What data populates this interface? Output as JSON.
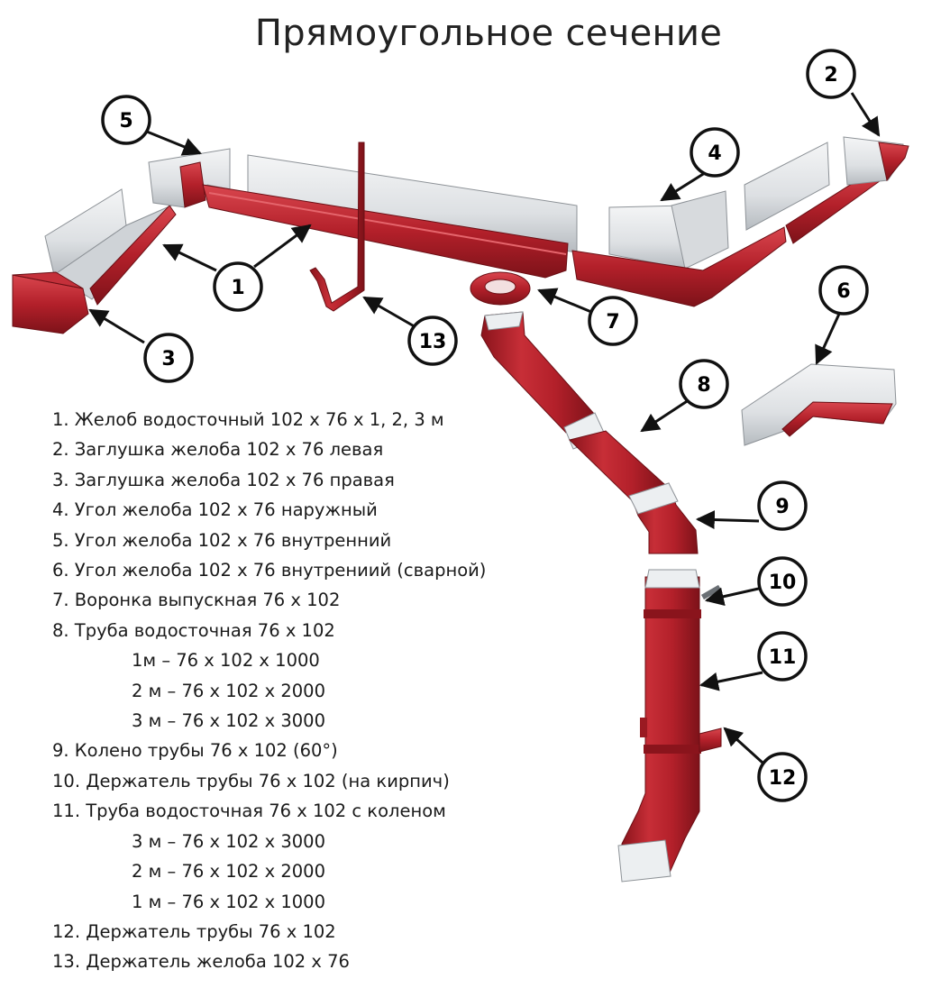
{
  "title": "Прямоугольное сечение",
  "colors": {
    "gutter_red": "#b3202a",
    "gutter_red_dark": "#7d1219",
    "gutter_red_light": "#d9464e",
    "silver": "#e3e6e9",
    "silver_dark": "#a9aeb3",
    "outline": "#111111"
  },
  "callouts": [
    {
      "id": "1",
      "label": "1"
    },
    {
      "id": "2",
      "label": "2"
    },
    {
      "id": "3",
      "label": "3"
    },
    {
      "id": "4",
      "label": "4"
    },
    {
      "id": "5",
      "label": "5"
    },
    {
      "id": "6",
      "label": "6"
    },
    {
      "id": "7",
      "label": "7"
    },
    {
      "id": "8",
      "label": "8"
    },
    {
      "id": "9",
      "label": "9"
    },
    {
      "id": "10",
      "label": "10"
    },
    {
      "id": "11",
      "label": "11"
    },
    {
      "id": "12",
      "label": "12"
    },
    {
      "id": "13",
      "label": "13"
    }
  ],
  "legend": [
    "1. Желоб водосточный 102 х 76 х 1, 2, 3 м",
    "2. Заглушка желоба 102 х 76 левая",
    "3. Заглушка желоба 102 х 76 правая",
    "4. Угол желоба 102 х 76 наружный",
    "5. Угол желоба 102 х 76 внутренний",
    "6. Угол желоба 102 х 76 внутрениий (сварной)",
    "7. Воронка выпускная 76 х 102",
    "8. Труба водосточная 76 х 102",
    "1м –  76 х 102 х 1000",
    "2 м  – 76 х 102 х 2000",
    "3 м – 76 х 102 х 3000",
    "9. Колено трубы 76 х 102 (60°)",
    "10. Держатель трубы 76 х 102 (на кирпич)",
    "11. Труба водосточная 76 х 102 с коленом",
    "3 м – 76 х 102 х 3000",
    "2 м – 76 х 102 х 2000",
    "1 м – 76 х 102 х 1000",
    "12. Держатель трубы 76 х 102",
    "13. Держатель желоба 102 х 76"
  ]
}
